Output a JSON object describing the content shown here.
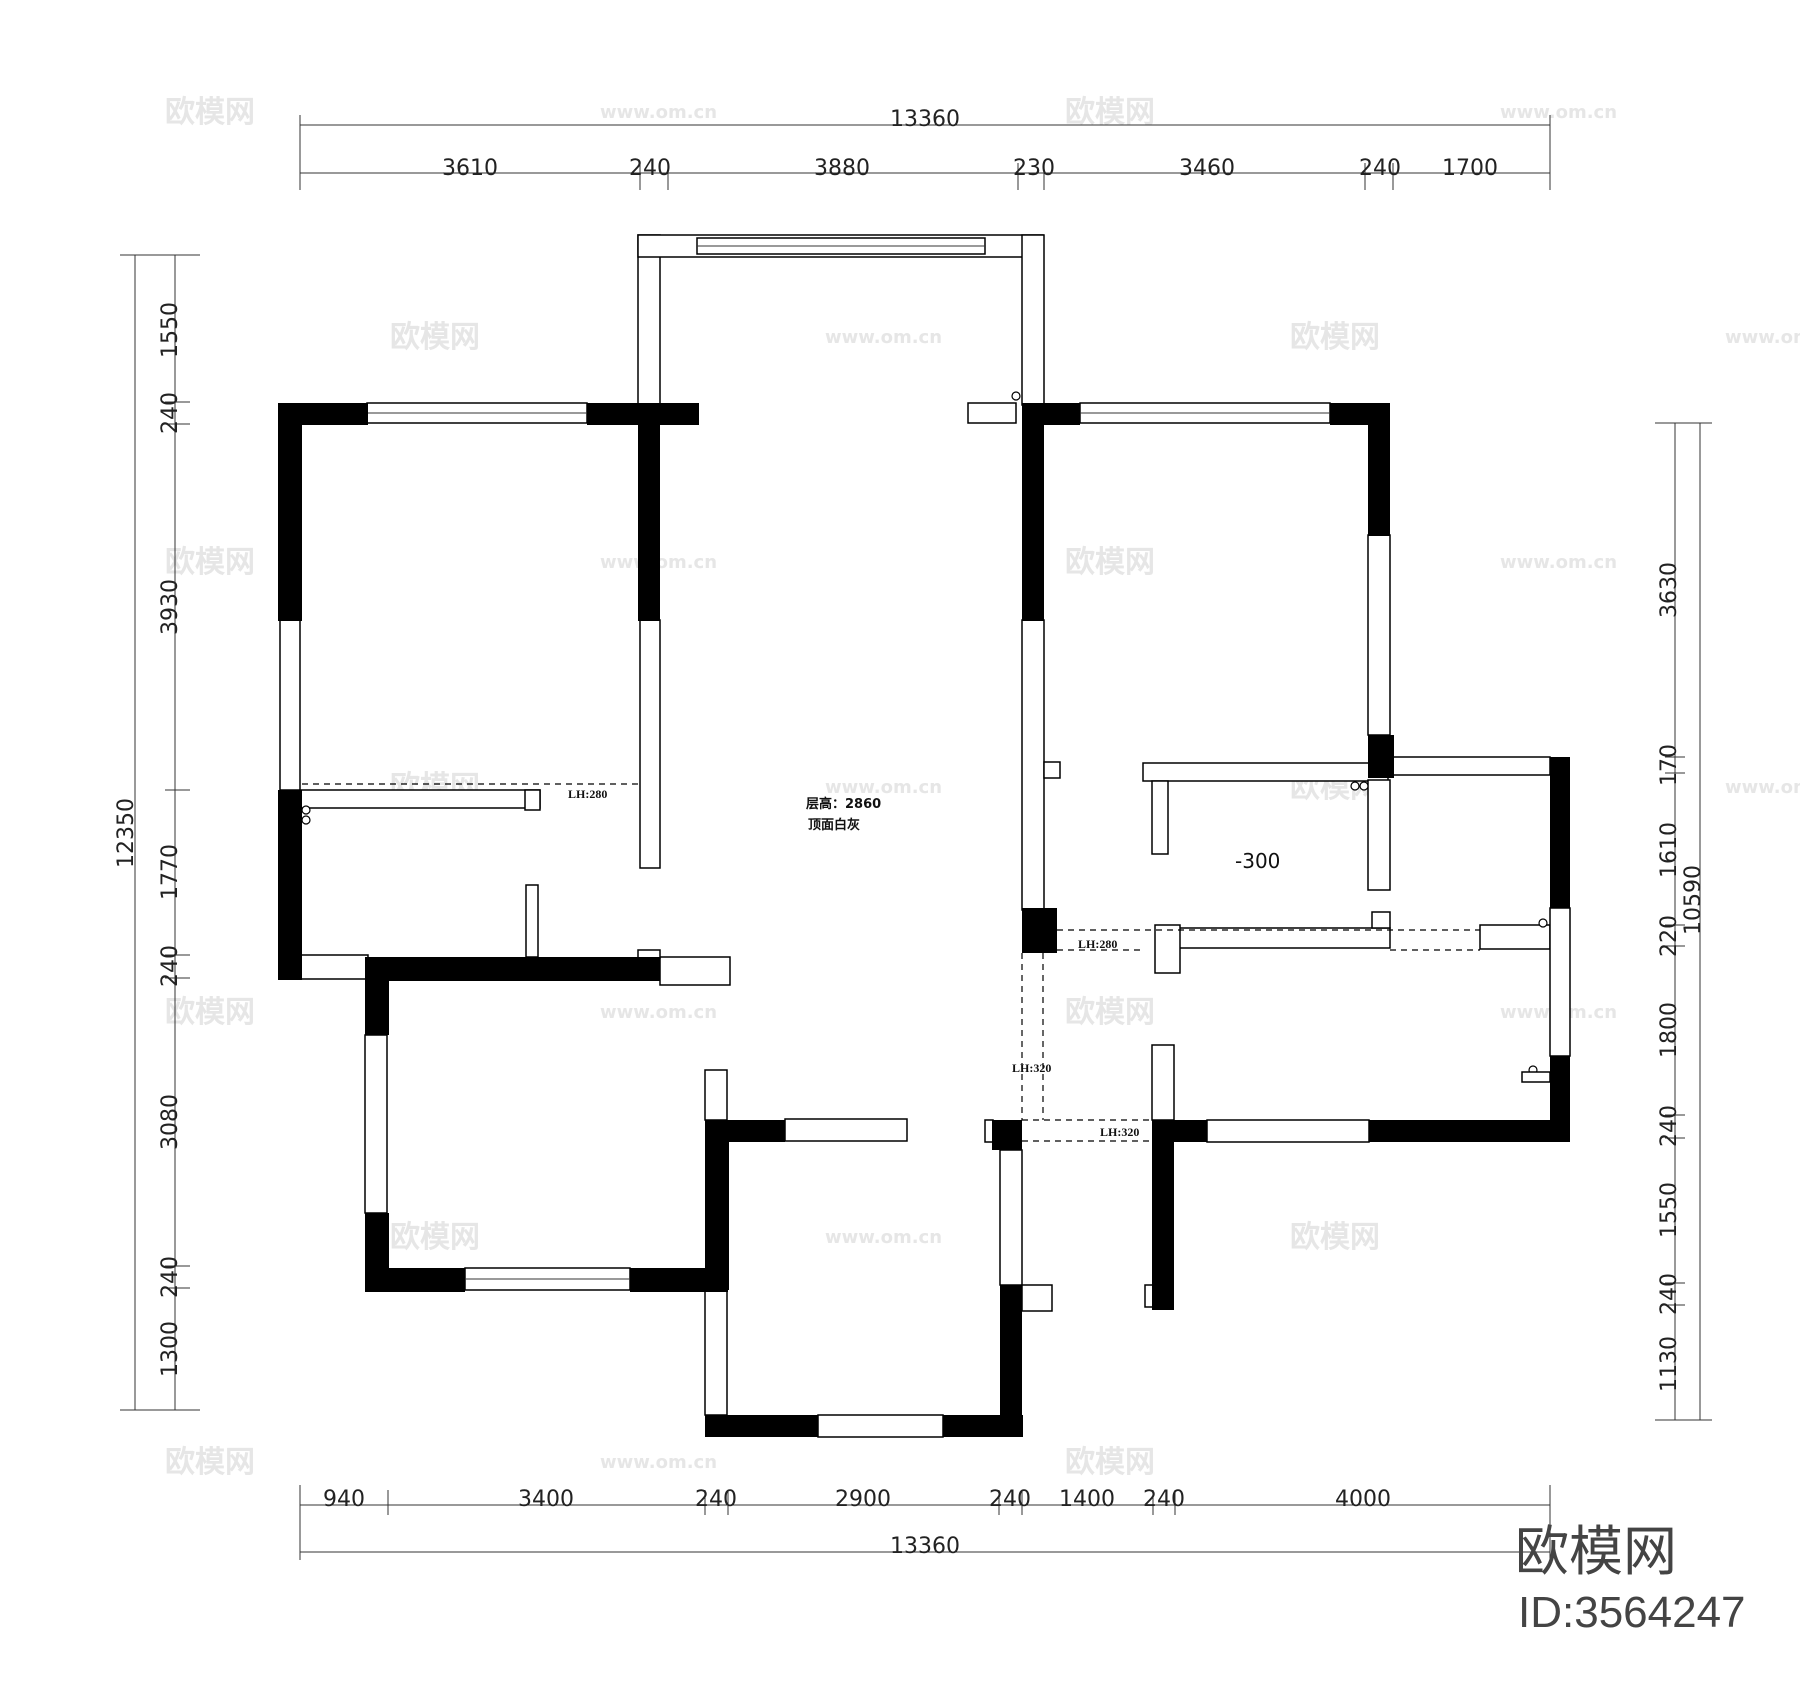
{
  "dimensions": {
    "top_total": "13360",
    "top_segments": [
      "3610",
      "240",
      "3880",
      "230",
      "3460",
      "240",
      "1700"
    ],
    "bottom_total": "13360",
    "bottom_segments": [
      "940",
      "3400",
      "240",
      "2900",
      "240",
      "1400",
      "240",
      "4000"
    ],
    "left_total": "12350",
    "left_segments": [
      "1550",
      "240",
      "3930",
      "1770",
      "240",
      "3080",
      "240",
      "1300"
    ],
    "right_total": "10590",
    "right_segments": [
      "3630",
      "170",
      "1610",
      "220",
      "1800",
      "240",
      "1550",
      "240",
      "1130"
    ]
  },
  "annotations": {
    "ceiling_height": "层高：2860",
    "ceiling_finish": "顶面白灰",
    "lh_left": "LH:280",
    "lh_right": "LH:280",
    "lh_mid_vertical": "LH:320",
    "lh_mid_horizontal": "LH:320",
    "level_diff": "-300"
  },
  "watermark": {
    "brand": "欧模网",
    "url": "www.om.cn"
  },
  "logo": {
    "brand": "欧模网",
    "id": "ID:3564247"
  }
}
